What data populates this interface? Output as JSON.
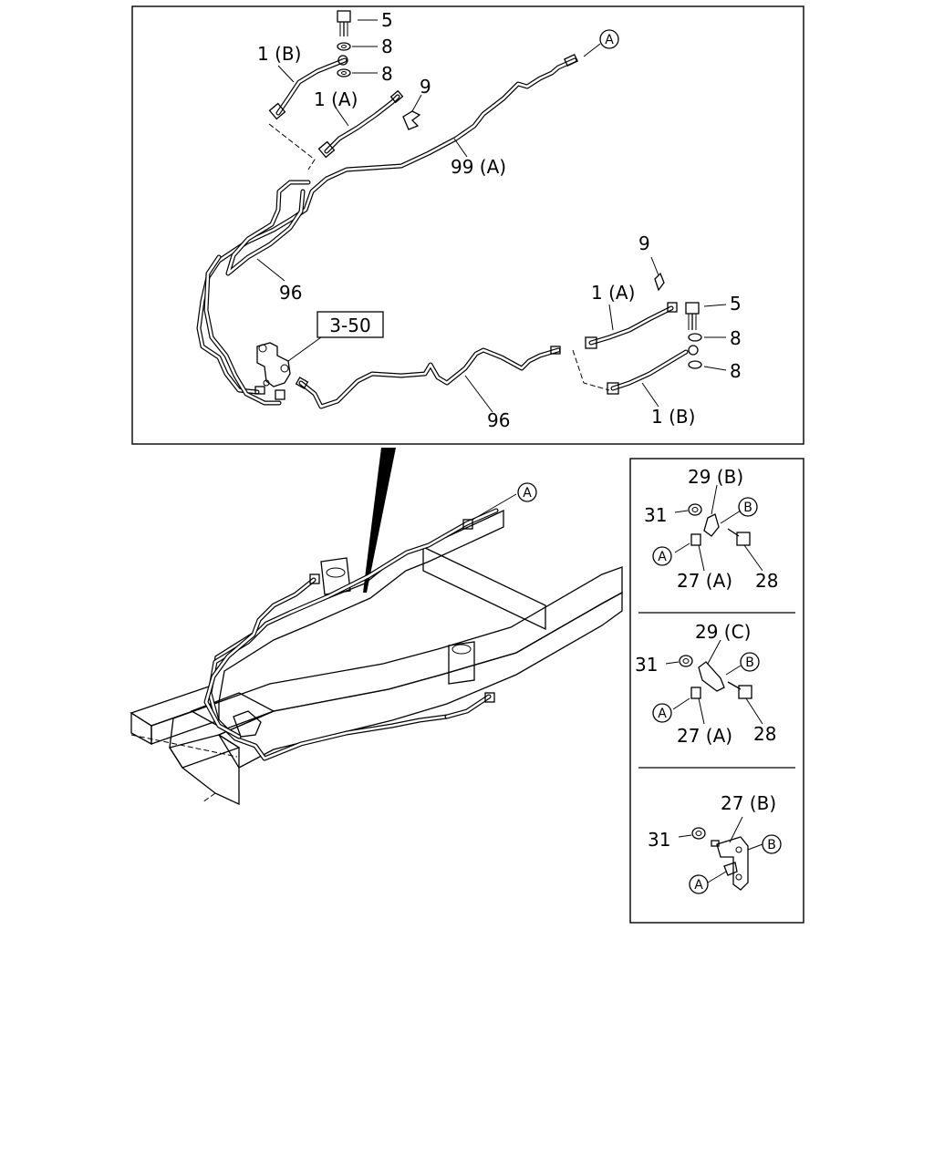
{
  "top_panel": {
    "ref_box": "3-50",
    "labels": {
      "p5_top": "5",
      "p8_top_a": "8",
      "p8_top_b": "8",
      "p1b_top": "1 (B)",
      "p1a_top": "1 (A)",
      "p9_top": "9",
      "p99a": "99 (A)",
      "p96_top": "96",
      "p96_bottom": "96",
      "p9_right": "9",
      "p1a_right": "1 (A)",
      "p5_right": "5",
      "p8_right_a": "8",
      "p8_right_b": "8",
      "p1b_right": "1 (B)"
    },
    "circle_ref": "A"
  },
  "chassis": {
    "circle_ref": "A"
  },
  "detail_panel": {
    "section1": {
      "p29": "29 (B)",
      "p31": "31",
      "p27": "27 (A)",
      "p28": "28",
      "ref_a": "A",
      "ref_b": "B"
    },
    "section2": {
      "p29": "29 (C)",
      "p31": "31",
      "p27": "27 (A)",
      "p28": "28",
      "ref_a": "A",
      "ref_b": "B"
    },
    "section3": {
      "p27": "27 (B)",
      "p31": "31",
      "ref_a": "A",
      "ref_b": "B"
    }
  }
}
